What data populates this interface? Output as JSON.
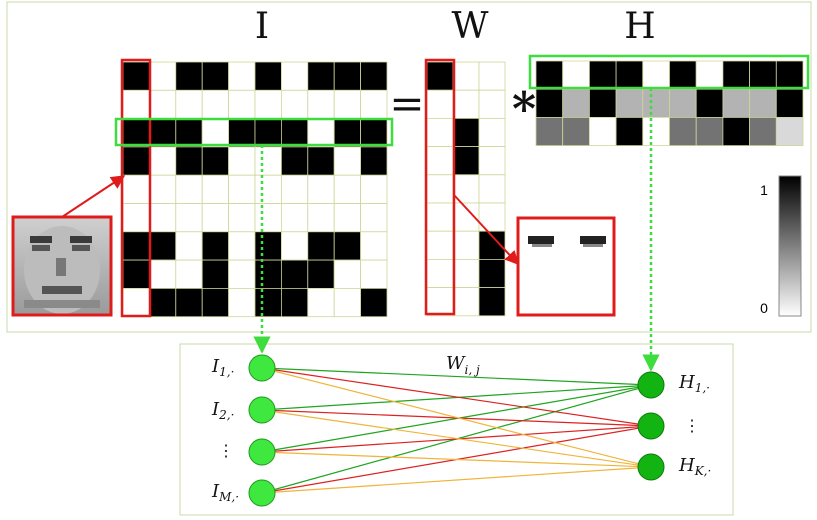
{
  "colors": {
    "black": "#000000",
    "white": "#ffffff",
    "grid_line": "#cfd59a",
    "red_highlight": "#e01b1b",
    "green_highlight": "#3fdc3f",
    "panel_border": "#c9d8a8",
    "node_input": "#3ee83e",
    "node_output": "#12b412",
    "edge_green": "#1fa51f",
    "edge_red": "#dd2222",
    "edge_orange": "#f0b43a"
  },
  "labels": {
    "I": "I",
    "W": "W",
    "H": "H",
    "equals": "=",
    "times": "*",
    "colorbar_max": "1",
    "colorbar_min": "0",
    "weight": "W",
    "weight_sub": "i, j",
    "inputs": [
      {
        "base": "I",
        "sub": "1,·"
      },
      {
        "base": "I",
        "sub": "2,·"
      },
      {
        "base": "⋮",
        "sub": ""
      },
      {
        "base": "I",
        "sub": "M,·"
      }
    ],
    "outputs": [
      {
        "base": "H",
        "sub": "1,·"
      },
      {
        "base": "⋮",
        "sub": ""
      },
      {
        "base": "H",
        "sub": "K,·"
      }
    ]
  },
  "matrices": {
    "I": [
      [
        1,
        0,
        1,
        1,
        0,
        1,
        0,
        1,
        1,
        1
      ],
      [
        0,
        0,
        0,
        0,
        0,
        0,
        0,
        0,
        0,
        0
      ],
      [
        1,
        1,
        1,
        0,
        1,
        1,
        1,
        0,
        1,
        1
      ],
      [
        1,
        0,
        1,
        1,
        0,
        0,
        1,
        1,
        0,
        1
      ],
      [
        0,
        0,
        0,
        0,
        0,
        0,
        0,
        0,
        0,
        0
      ],
      [
        0,
        0,
        0,
        0,
        0,
        0,
        0,
        0,
        0,
        0
      ],
      [
        1,
        1,
        0,
        1,
        0,
        1,
        0,
        1,
        1,
        0
      ],
      [
        1,
        0,
        0,
        1,
        0,
        1,
        1,
        1,
        0,
        0
      ],
      [
        0,
        1,
        1,
        1,
        0,
        1,
        1,
        0,
        0,
        1
      ]
    ],
    "W": [
      [
        1,
        0,
        0
      ],
      [
        0,
        0,
        0
      ],
      [
        0,
        1,
        0
      ],
      [
        0,
        1,
        0
      ],
      [
        0,
        0,
        0
      ],
      [
        0,
        0,
        0
      ],
      [
        0,
        0,
        1
      ],
      [
        0,
        0,
        1
      ],
      [
        0,
        0,
        1
      ]
    ],
    "H": [
      [
        1.0,
        0.0,
        1.0,
        1.0,
        0.0,
        1.0,
        0.0,
        1.0,
        1.0,
        1.0
      ],
      [
        1.0,
        0.3,
        1.0,
        0.3,
        0.3,
        0.3,
        1.0,
        0.3,
        0.3,
        1.0
      ],
      [
        0.55,
        0.55,
        0.0,
        1.0,
        0.0,
        0.55,
        0.55,
        1.0,
        0.55,
        0.15
      ]
    ]
  },
  "network": {
    "edges_green": [
      [
        0,
        0
      ],
      [
        1,
        0
      ],
      [
        2,
        0
      ],
      [
        3,
        0
      ]
    ],
    "edges_red": [
      [
        0,
        1
      ],
      [
        1,
        1
      ],
      [
        2,
        1
      ],
      [
        3,
        1
      ]
    ],
    "edges_orange": [
      [
        0,
        2
      ],
      [
        1,
        2
      ],
      [
        2,
        2
      ],
      [
        3,
        2
      ]
    ]
  }
}
